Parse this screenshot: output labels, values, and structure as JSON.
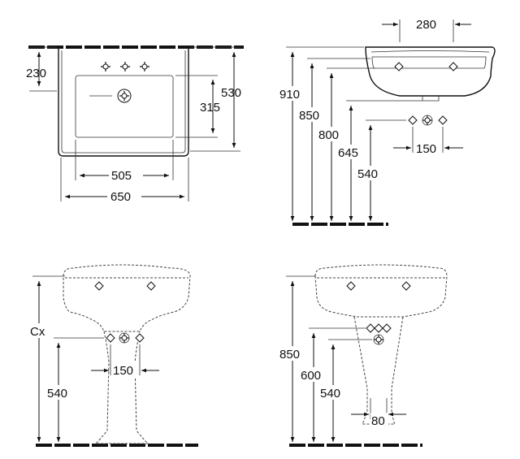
{
  "top_view": {
    "basin_depth": "230",
    "overall_depth": "530",
    "bowl_depth": "315",
    "bowl_width": "505",
    "overall_width": "650"
  },
  "side_view": {
    "depth_width": "280",
    "rim_height": "910",
    "basin_top_height": "850",
    "overflow_height": "800",
    "waste_height": "645",
    "tap_supply_height": "540",
    "tap_spacing": "150"
  },
  "front_pedestal": {
    "rim_height_label": "Cx",
    "supply_height": "540",
    "supply_spacing": "150"
  },
  "side_pedestal": {
    "rim_height": "850",
    "trap_height": "600",
    "supply_height": "540",
    "supply_spacing": "80"
  }
}
